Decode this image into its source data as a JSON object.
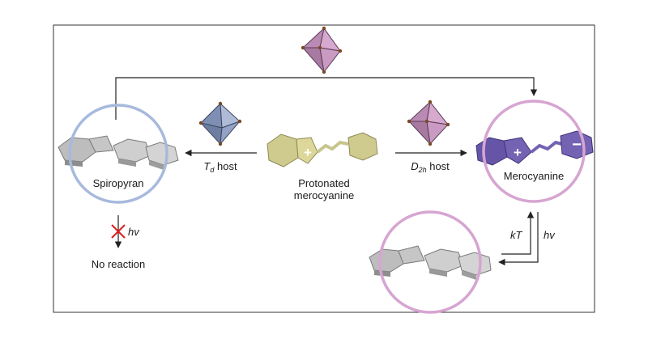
{
  "labels": {
    "spiropyran": "Spiropyran",
    "td_host_T": "T",
    "td_host_sub": "d",
    "td_host_word": " host",
    "protonated_line1": "Protonated",
    "protonated_line2": "merocyanine",
    "d2h_host_D": "D",
    "d2h_host_sub": "2h",
    "d2h_host_word": " host",
    "merocyanine": "Merocyanine",
    "hv_blocked": "hv",
    "no_reaction": "No reaction",
    "kT": "kT",
    "hv_right": "hv",
    "plus_sign": "+",
    "minus_sign": "−"
  },
  "colors": {
    "frame": "#333333",
    "blue_ring": "#a7b9dc",
    "pink_ring": "#d6a5d1",
    "gray_molecule": "#b9b9b9",
    "yellow_molecule": "#cfca8e",
    "purple_molecule": "#7463b3",
    "td_cage": "#93a2c6",
    "d2h_cage": "#c99ac2",
    "blocked_cross": "#e02020"
  }
}
